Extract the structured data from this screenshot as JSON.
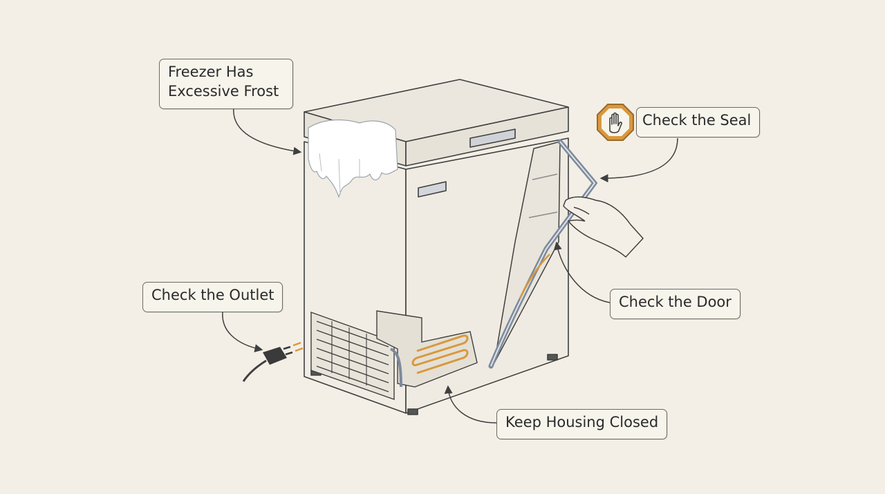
{
  "callouts": {
    "frost": {
      "line1": "Freezer Has",
      "line2": "Excessive Frost"
    },
    "seal": "Check the Seal",
    "outlet": "Check the Outlet",
    "door": "Check the Door",
    "housing": "Keep Housing Closed"
  },
  "icons": {
    "seal_badge": "stop-hand-icon",
    "plug": "power-plug-icon"
  },
  "colors": {
    "background": "#f3efe6",
    "line": "#3f3f3f",
    "accent_orange": "#d9983d",
    "seal_blue": "#7d8a9c"
  }
}
